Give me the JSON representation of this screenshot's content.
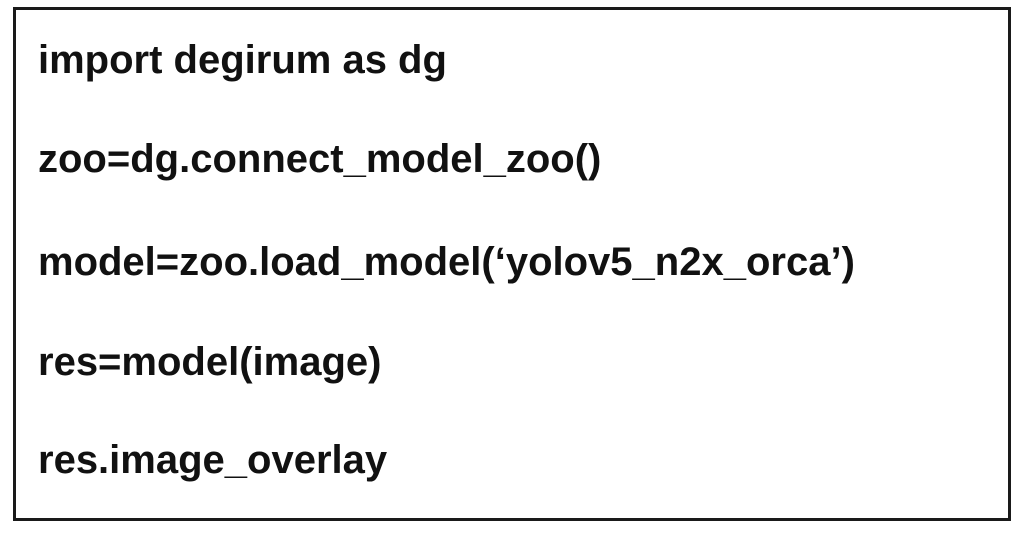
{
  "code": {
    "lines": [
      "import degirum as dg",
      "zoo=dg.connect_model_zoo()",
      "model=zoo.load_model(‘yolov5_n2x_orca’)",
      "res=model(image)",
      "res.image_overlay"
    ]
  }
}
